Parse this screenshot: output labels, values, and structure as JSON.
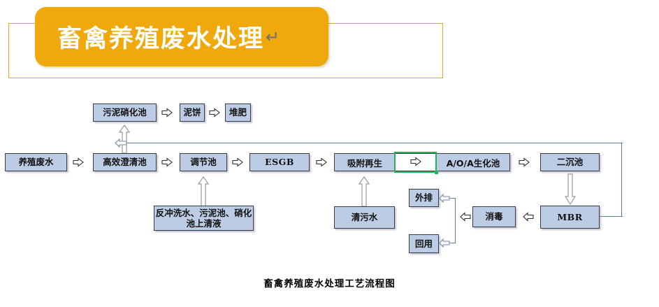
{
  "title_banner": {
    "text": "畜禽养殖废水处理",
    "paragraph_mark": "↵",
    "fill_color": "#F0A90C",
    "text_color": "#FFFFFF",
    "frame_border_color": "#E6AC1E"
  },
  "caption": "畜禽养殖废水处理工艺流程图",
  "palette": {
    "node_fill": "#BCCCE4",
    "node_border": "#3A3A48",
    "connector": "#5B7CA8",
    "selection": "#21B45B"
  },
  "nodes": {
    "sludge_nitrification_tank": "污泥硝化池",
    "mud_cake": "泥饼",
    "compost": "堆肥",
    "breeding_wastewater": "养殖废水",
    "high_efficiency_clarifier": "高效澄清池",
    "regulating_tank": "调节池",
    "esgb": "ESGB",
    "adsorption_regeneration": "吸附再生",
    "aoa_biochemical_tank": "A/O/A生化池",
    "secondary_settling_tank": "二沉池",
    "backwash_line1": "反冲洗水、污泥池、硝化",
    "backwash_line2": "池上清液",
    "clean_sewage": "清污水",
    "discharge": "外排",
    "reuse": "回用",
    "disinfection": "消毒",
    "mbr": "MBR"
  },
  "icons": {
    "chevron_right": "chevron-right-arrow-icon",
    "chevron_left": "chevron-left-arrow-icon",
    "block_arrow_up": "block-arrow-up-icon",
    "block_arrow_down": "block-arrow-down-icon",
    "block_arrow_left": "block-arrow-left-icon"
  }
}
